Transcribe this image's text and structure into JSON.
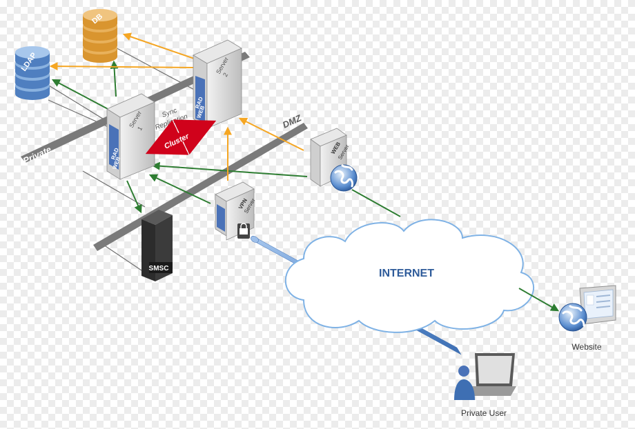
{
  "zones": {
    "private": "Private",
    "dmz": "DMZ"
  },
  "nodes": {
    "db": "DB",
    "ldap": "LDAP",
    "server1_line1": "Server",
    "server1_line2": "1",
    "server2_line1": "Server",
    "server2_line2": "2",
    "rad": "RAD",
    "web": "WEB",
    "web_server_line1": "WEB",
    "web_server_line2": "Server",
    "vpn_line1": "VPN",
    "vpn_line2": "Server",
    "smsc": "SMSC",
    "internet": "INTERNET",
    "website": "Website",
    "private_user": "Private User"
  },
  "annotations": {
    "sync_line1": "Sync",
    "sync_line2": "Replication",
    "cluster": "Cluster"
  },
  "colors": {
    "green_arrow": "#2e7d32",
    "orange_arrow": "#f5a623",
    "cluster_red": "#d0021b",
    "server_gray": "#d9d9d9",
    "server_blue": "#4a72b8",
    "db_orange": "#e3a23c",
    "ldap_blue": "#6f9ed3",
    "cloud_fill": "#ffffff",
    "cloud_stroke": "#7fb2e5",
    "tunnel_blue": "#6e9bd6",
    "rail_gray": "#7a7a7a"
  },
  "icons": [
    "globe-icon",
    "lock-icon",
    "person-icon",
    "laptop-icon",
    "monitor-icon"
  ]
}
